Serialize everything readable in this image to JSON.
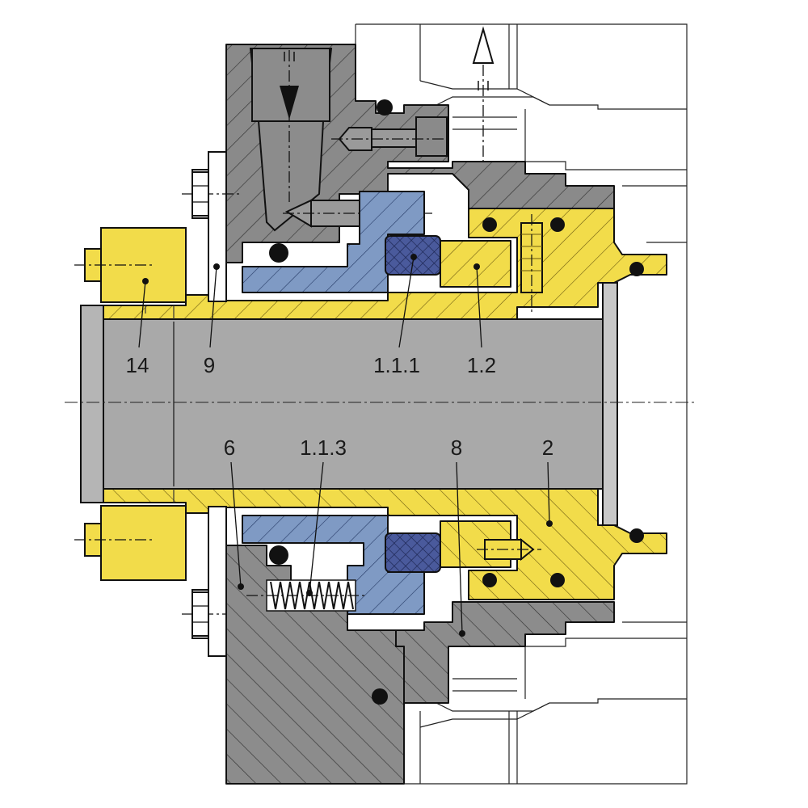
{
  "labels": {
    "14": "14",
    "9": "9",
    "111": "1.1.1",
    "12": "1.2",
    "6": "6",
    "113": "1.1.3",
    "8": "8",
    "2": "2"
  },
  "colors": {
    "housing_gray": "#8a8a8a",
    "shaft_gray": "#a9a9a9",
    "yellow": "#f2dc4a",
    "blue": "#7f9ac4",
    "dark_blue": "#4a5a9c",
    "black": "#111111"
  }
}
